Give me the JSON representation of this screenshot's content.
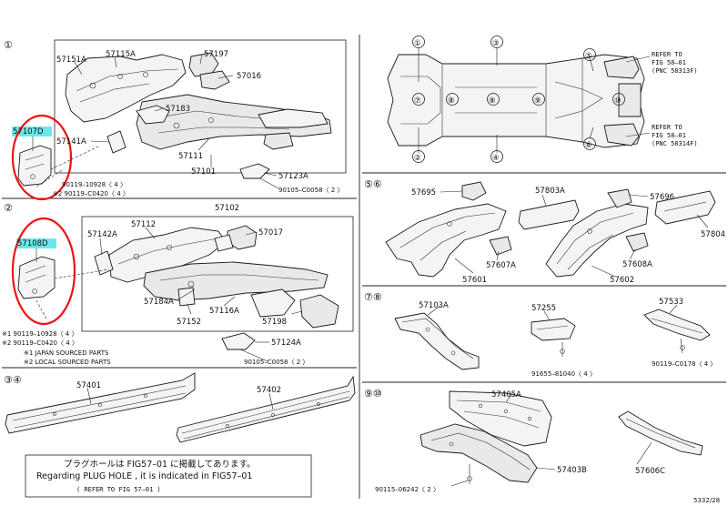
{
  "sections": {
    "s1": "①",
    "s2": "②",
    "s34": "③④",
    "s56": "⑤⑥",
    "s78": "⑦⑧",
    "s910": "⑨⑩"
  },
  "parts": {
    "p57151A": "57151A",
    "p57115A": "57115A",
    "p57197": "57197",
    "p57016": "57016",
    "p57183": "57183",
    "p57141A": "57141A",
    "p57111": "57111",
    "p57101": "57101",
    "p57107D": "57107D",
    "p57123A": "57123A",
    "p90119_10928_1": "90119–10928〈 4 〉",
    "p90119_C0420_1": "※2 90119–C0420〈 4 〉",
    "p90105_1": "90105–C0058〈 2 〉",
    "p57102": "57102",
    "p57108D": "57108D",
    "p57142A": "57142A",
    "p57112": "57112",
    "p57017": "57017",
    "p57184A": "57184A",
    "p57152": "57152",
    "p57116A": "57116A",
    "p57198": "57198",
    "p57124A": "57124A",
    "p90119_10928_2": "※1 90119–10928〈 4 〉",
    "p90119_C0420_2": "※2 90119–C0420〈 4 〉",
    "p90105_2": "90105–C0058〈 2 〉",
    "p57401": "57401",
    "p57402": "57402",
    "p57695": "57695",
    "p57803A": "57803A",
    "p57696": "57696",
    "p57804": "57804",
    "p57607A": "57607A",
    "p57601": "57601",
    "p57608A": "57608A",
    "p57602": "57602",
    "p57103A": "57103A",
    "p57255": "57255",
    "p57533": "57533",
    "p91655": "91655–81040〈 4 〉",
    "p90119_C0178": "90119–C0178〈 4 〉",
    "p57405A": "57405A",
    "p57403B": "57403B",
    "p90115": "90115–06242〈 2 〉",
    "p57606C": "57606C"
  },
  "notes": {
    "japan": "※1  JAPAN SOURCED PARTS",
    "local": "※2  LOCAL SOURCED PARTS",
    "plug_jp": "プラグホールは FIG57–01 に掲載してあります。",
    "plug_en": "Regarding  PLUG HOLE , it is indicated in FIG57–01",
    "plug_ref": "(        REFER TO FIG 57–01        )"
  },
  "overview": {
    "c1": "①",
    "c2": "②",
    "c3": "③",
    "c4": "④",
    "c5": "⑤",
    "c6": "⑥",
    "c7": "⑦",
    "c8a": "⑧",
    "c8b": "⑧",
    "c9": "⑨",
    "c10": "⑩",
    "ref1_a": "REFER TO",
    "ref1_b": "FIG 58–01",
    "ref1_c": "(PNC 58313F)",
    "ref2_a": "REFER TO",
    "ref2_b": "FIG 58–01",
    "ref2_c": "(PNC 58314F)"
  },
  "footer": {
    "code": "5332/28"
  },
  "colors": {
    "highlight": "#6ae8ee",
    "circle": "#ee1111"
  }
}
